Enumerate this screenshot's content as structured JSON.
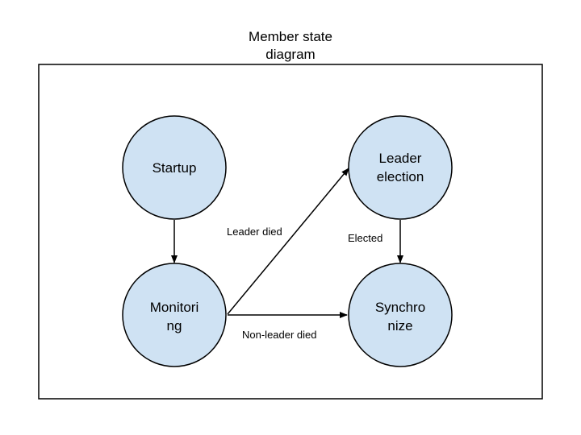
{
  "diagram": {
    "title_line1": "Member state",
    "title_line2": "diagram",
    "node_fill": "#cfe2f3",
    "line_color": "#000000",
    "nodes": {
      "startup": {
        "line1": "Startup"
      },
      "monitoring": {
        "line1": "Monitori",
        "line2": "ng"
      },
      "leader_election": {
        "line1": "Leader",
        "line2": "election"
      },
      "synchronize": {
        "line1": "Synchro",
        "line2": "nize"
      }
    },
    "edges": {
      "leader_died": "Leader died",
      "non_leader_died": "Non-leader died",
      "elected": "Elected"
    }
  }
}
